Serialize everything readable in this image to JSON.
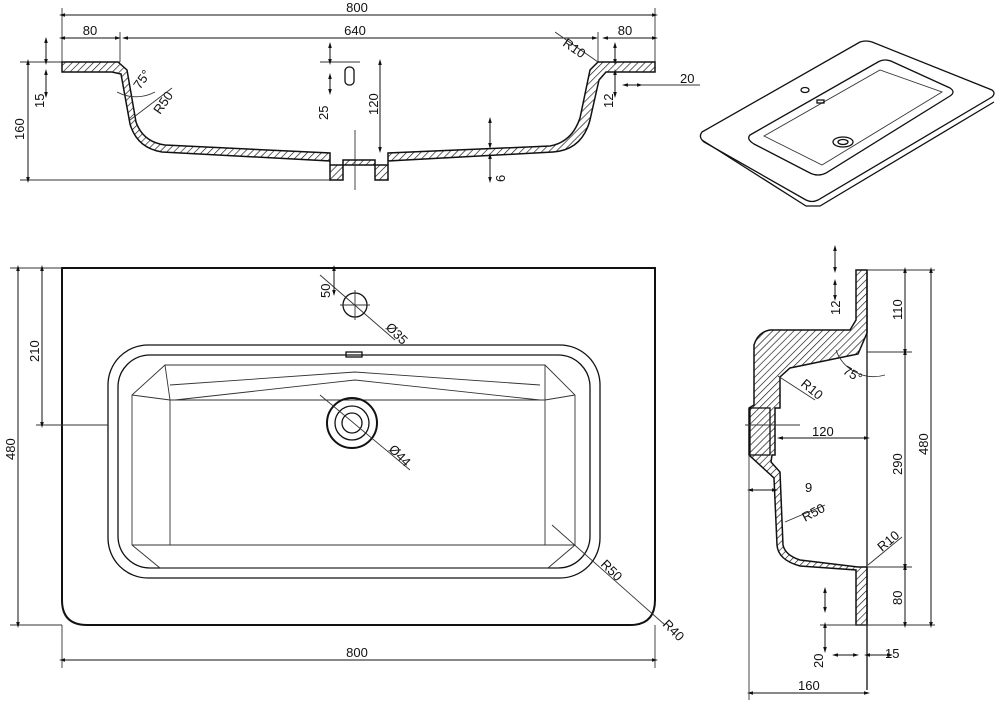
{
  "section_view": {
    "labels": [
      "800",
      "80",
      "640",
      "80",
      "R10",
      "20",
      "12",
      "15",
      "160",
      "25",
      "120",
      "R50",
      "75°",
      "6"
    ]
  },
  "plan_view": {
    "labels": [
      "50",
      "Ø35",
      "Ø44",
      "R50",
      "R40",
      "800",
      "480",
      "210"
    ]
  },
  "side_view": {
    "labels": [
      "12",
      "110",
      "75°",
      "R10",
      "120",
      "290",
      "480",
      "9",
      "R50",
      "R10",
      "80",
      "20",
      "15",
      "160"
    ]
  }
}
